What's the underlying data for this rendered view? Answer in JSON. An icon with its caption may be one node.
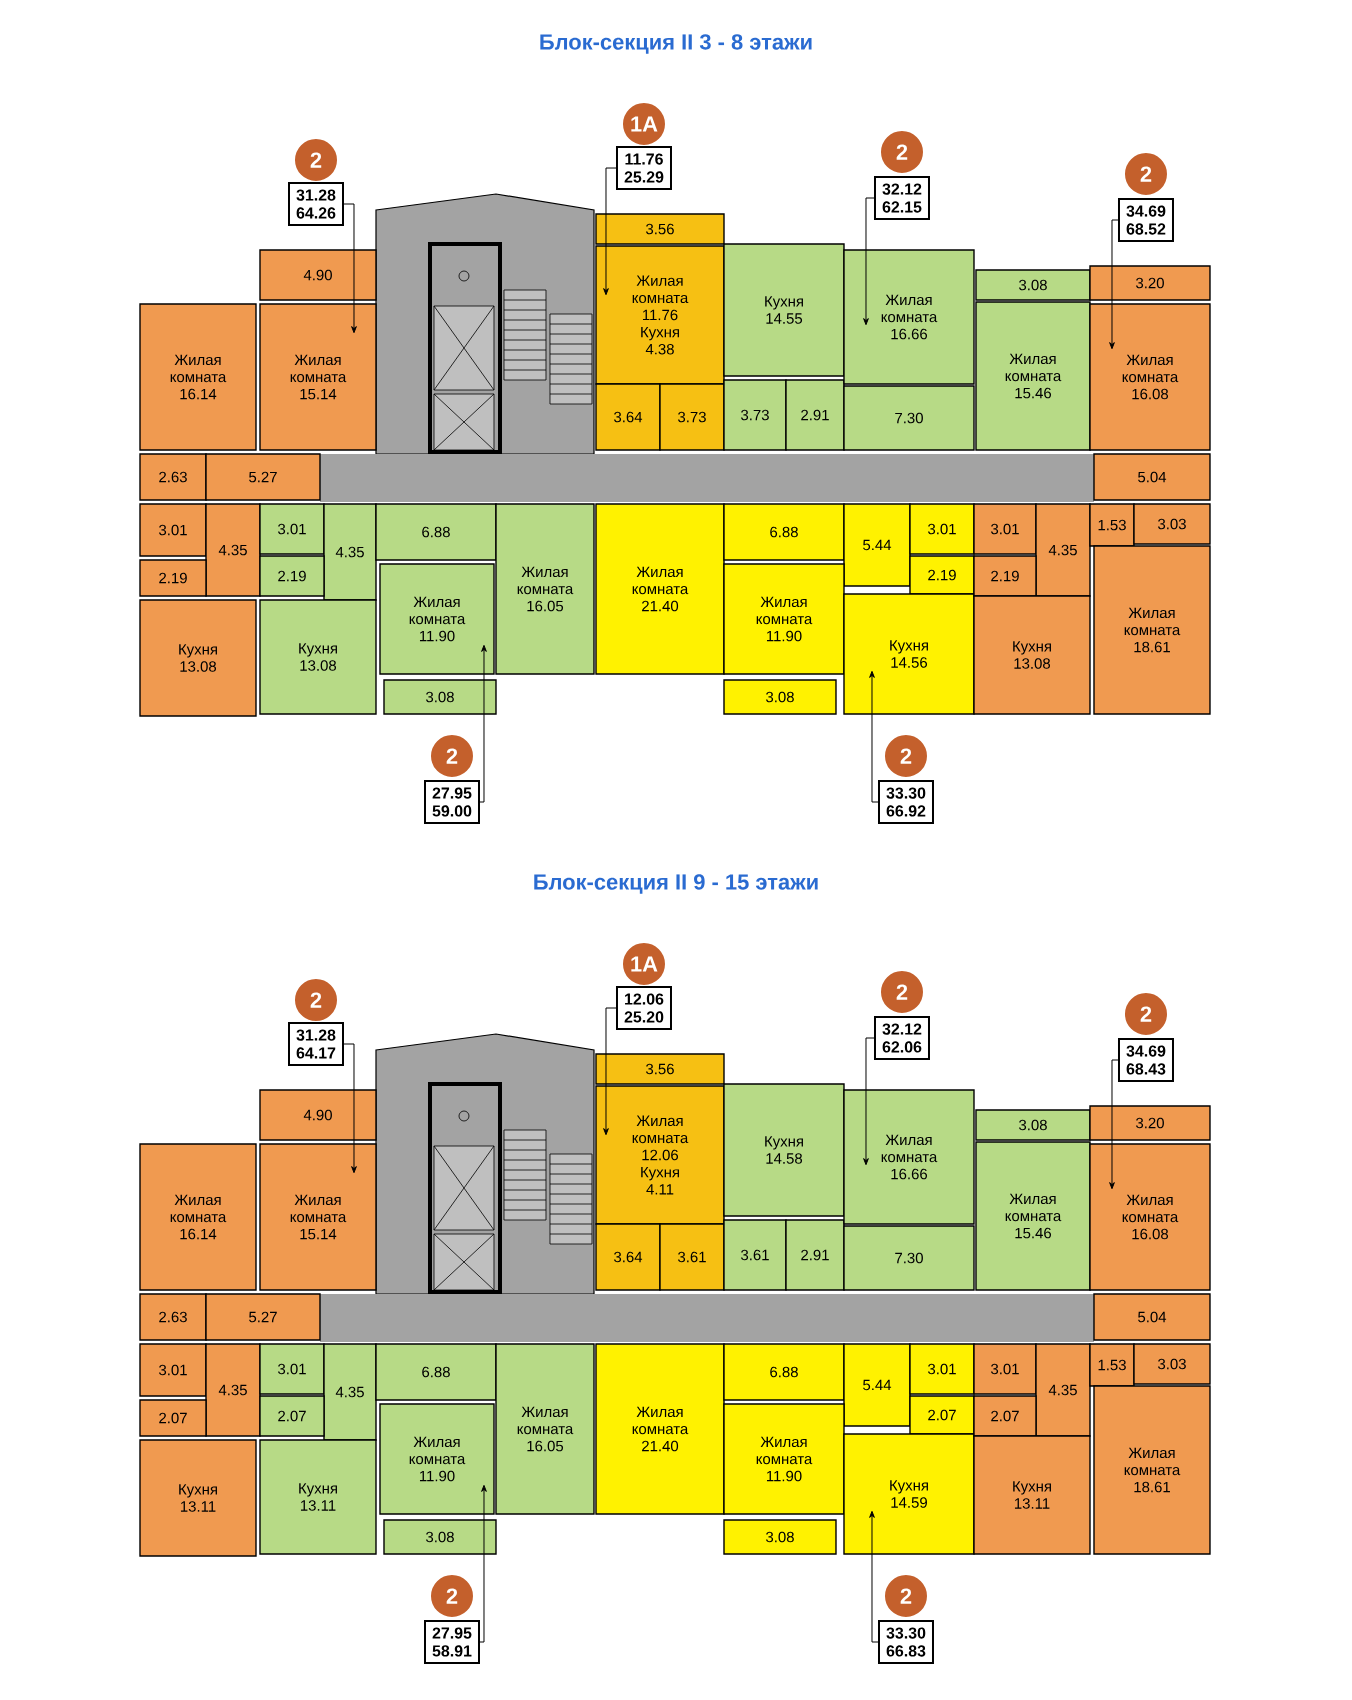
{
  "diagram": {
    "nodes": [
      {
        "text": [
          "2"
        ]
      },
      {
        "text": [
          "31.28",
          "64.26"
        ]
      },
      {
        "text": [
          "1A"
        ]
      },
      {
        "text": [
          "11.76",
          "25.29"
        ]
      },
      {
        "text": [
          "2"
        ]
      },
      {
        "text": [
          "32.12",
          "62.15"
        ]
      },
      {
        "text": [
          "2"
        ]
      },
      {
        "text": [
          "34.69",
          "68.52"
        ]
      },
      {
        "text": [
          "2"
        ]
      },
      {
        "text": [
          "27.95",
          "59.00"
        ]
      },
      {
        "text": [
          "2"
        ]
      },
      {
        "text": [
          "33.30",
          "66.92"
        ]
      },
      {
        "text": [
          "4.90"
        ]
      },
      {
        "text": [
          "Жилая комната",
          "16.14"
        ]
      },
      {
        "text": [
          "Жилая комната",
          "15.14"
        ]
      },
      {
        "text": [
          "2.63"
        ]
      },
      {
        "text": [
          "5.27"
        ]
      },
      {
        "text": [
          "3.01"
        ]
      },
      {
        "text": [
          "4.35"
        ]
      },
      {
        "text": [
          "2.19"
        ]
      },
      {
        "text": [
          "Кухня",
          "13.08"
        ]
      },
      {
        "text": [
          "3.56"
        ]
      },
      {
        "text": [
          "Жилая комната",
          "11.76",
          "Кухня",
          "4.38"
        ]
      },
      {
        "text": [
          "3.64"
        ]
      },
      {
        "text": [
          "3.73"
        ]
      },
      {
        "text": [
          "Кухня",
          "14.55"
        ]
      },
      {
        "text": [
          "3.73"
        ]
      },
      {
        "text": [
          "2.91"
        ]
      },
      {
        "text": [
          "Жилая комната",
          "16.66"
        ]
      },
      {
        "text": [
          "7.30"
        ]
      },
      {
        "text": [
          "3.08"
        ]
      },
      {
        "text": [
          "Жилая комната",
          "15.46"
        ]
      },
      {
        "text": [
          "3.20"
        ]
      },
      {
        "text": [
          "Жилая комната",
          "16.08"
        ]
      },
      {
        "text": [
          "5.04"
        ]
      },
      {
        "text": [
          "3.01"
        ]
      },
      {
        "text": [
          "4.35"
        ]
      },
      {
        "text": [
          "6.88"
        ]
      },
      {
        "text": [
          "Жилая комната",
          "16.05"
        ]
      },
      {
        "text": [
          "2.19"
        ]
      },
      {
        "text": [
          "Жилая комната",
          "11.90"
        ]
      },
      {
        "text": [
          "Кухня",
          "13.08"
        ]
      },
      {
        "text": [
          "3.08"
        ]
      },
      {
        "text": [
          "Жилая комната",
          "21.40"
        ]
      },
      {
        "text": [
          "6.88"
        ]
      },
      {
        "text": [
          "5.44"
        ]
      },
      {
        "text": [
          "3.01"
        ]
      },
      {
        "text": [
          "2.19"
        ]
      },
      {
        "text": [
          "Жилая комната",
          "11.90"
        ]
      },
      {
        "text": [
          "Кухня",
          "14.56"
        ]
      },
      {
        "text": [
          "3.08"
        ]
      },
      {
        "text": [
          "3.01"
        ]
      },
      {
        "text": [
          "4.35"
        ]
      },
      {
        "text": [
          "1.53"
        ]
      },
      {
        "text": [
          "3.03"
        ]
      },
      {
        "text": [
          "2.19"
        ]
      },
      {
        "text": [
          "Кухня",
          "13.08"
        ]
      },
      {
        "text": [
          "Жилая комната",
          "18.61"
        ]
      },
      {
        "text": [
          "2"
        ]
      },
      {
        "text": [
          "31.28",
          "64.17"
        ]
      },
      {
        "text": [
          "1A"
        ]
      },
      {
        "text": [
          "12.06",
          "25.20"
        ]
      },
      {
        "text": [
          "2"
        ]
      },
      {
        "text": [
          "32.12",
          "62.06"
        ]
      },
      {
        "text": [
          "2"
        ]
      },
      {
        "text": [
          "34.69",
          "68.43"
        ]
      },
      {
        "text": [
          "2"
        ]
      },
      {
        "text": [
          "27.95",
          "58.91"
        ]
      },
      {
        "text": [
          "2"
        ]
      },
      {
        "text": [
          "33.30",
          "66.83"
        ]
      },
      {
        "text": [
          "4.90"
        ]
      },
      {
        "text": [
          "Жилая комната",
          "16.14"
        ]
      },
      {
        "text": [
          "Жилая комната",
          "15.14"
        ]
      },
      {
        "text": [
          "2.63"
        ]
      },
      {
        "text": [
          "5.27"
        ]
      },
      {
        "text": [
          "3.01"
        ]
      },
      {
        "text": [
          "4.35"
        ]
      },
      {
        "text": [
          "2.07"
        ]
      },
      {
        "text": [
          "Кухня",
          "13.11"
        ]
      },
      {
        "text": [
          "3.56"
        ]
      },
      {
        "text": [
          "Жилая комната",
          "12.06",
          "Кухня",
          "4.11"
        ]
      },
      {
        "text": [
          "3.64"
        ]
      },
      {
        "text": [
          "3.61"
        ]
      },
      {
        "text": [
          "Кухня",
          "14.58"
        ]
      },
      {
        "text": [
          "3.61"
        ]
      },
      {
        "text": [
          "2.91"
        ]
      },
      {
        "text": [
          "Жилая комната",
          "16.66"
        ]
      },
      {
        "text": [
          "7.30"
        ]
      },
      {
        "text": [
          "3.08"
        ]
      },
      {
        "text": [
          "Жилая комната",
          "15.46"
        ]
      },
      {
        "text": [
          "3.20"
        ]
      },
      {
        "text": [
          "Жилая комната",
          "16.08"
        ]
      },
      {
        "text": [
          "5.04"
        ]
      },
      {
        "text": [
          "3.01"
        ]
      },
      {
        "text": [
          "4.35"
        ]
      },
      {
        "text": [
          "6.88"
        ]
      },
      {
        "text": [
          "Жилая комната",
          "16.05"
        ]
      },
      {
        "text": [
          "2.07"
        ]
      },
      {
        "text": [
          "Жилая комната",
          "11.90"
        ]
      },
      {
        "text": [
          "Кухня",
          "13.11"
        ]
      },
      {
        "text": [
          "3.08"
        ]
      },
      {
        "text": [
          "Жилая комната",
          "21.40"
        ]
      },
      {
        "text": [
          "6.88"
        ]
      },
      {
        "text": [
          "5.44"
        ]
      },
      {
        "text": [
          "3.01"
        ]
      },
      {
        "text": [
          "2.07"
        ]
      },
      {
        "text": [
          "Жилая комната",
          "11.90"
        ]
      },
      {
        "text": [
          "Кухня",
          "14.59"
        ]
      },
      {
        "text": [
          "3.08"
        ]
      },
      {
        "text": [
          "3.01"
        ]
      },
      {
        "text": [
          "4.35"
        ]
      },
      {
        "text": [
          "1.53"
        ]
      },
      {
        "text": [
          "3.03"
        ]
      },
      {
        "text": [
          "2.07"
        ]
      },
      {
        "text": [
          "Кухня",
          "13.11"
        ]
      },
      {
        "text": [
          "Жилая комната",
          "18.61"
        ]
      },
      {
        "text": [],
        "shape": "box"
      },
      {
        "text": [],
        "shape": "box"
      }
    ],
    "edges": [
      {
        "from": 1,
        "to": 14,
        "arrow": "to"
      },
      {
        "from": 3,
        "to": 22,
        "arrow": "to"
      },
      {
        "from": 5,
        "to": 28,
        "arrow": "to"
      },
      {
        "from": 7,
        "to": 33,
        "arrow": "to"
      },
      {
        "from": 9,
        "to": 40,
        "arrow": "to"
      },
      {
        "from": 11,
        "to": 49,
        "arrow": "to"
      },
      {
        "from": 59,
        "to": 72,
        "arrow": "to"
      },
      {
        "from": 61,
        "to": 80,
        "arrow": "to"
      },
      {
        "from": 63,
        "to": 86,
        "arrow": "to"
      },
      {
        "from": 65,
        "to": 91,
        "arrow": "to"
      },
      {
        "from": 67,
        "to": 98,
        "arrow": "to"
      },
      {
        "from": 69,
        "to": 107,
        "arrow": "to"
      }
    ],
    "labels": [
      "Блок-секция II 3 - 8 этажи",
      "Блок-секция II 9 - 15 этажи"
    ]
  }
}
